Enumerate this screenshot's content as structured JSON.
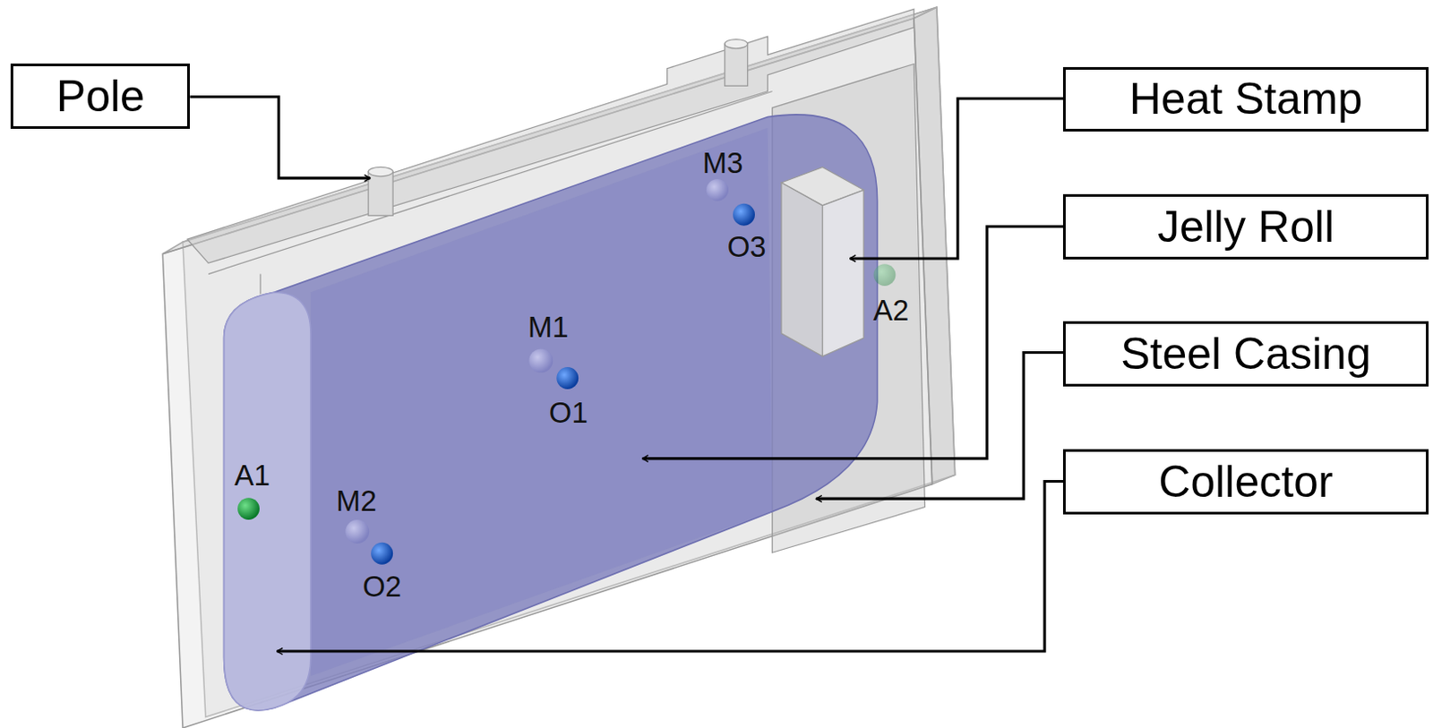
{
  "diagram": {
    "nodes": [
      {
        "text": [
          "Pole"
        ]
      },
      {
        "text": [
          "Heat Stamp"
        ]
      },
      {
        "text": [
          "Jelly Roll"
        ]
      },
      {
        "text": [
          "Steel Casing"
        ]
      },
      {
        "text": [
          "Collector"
        ]
      }
    ],
    "labels": [
      "M3",
      "O3",
      "A2",
      "M1",
      "O1",
      "A1",
      "M2",
      "O2"
    ]
  }
}
